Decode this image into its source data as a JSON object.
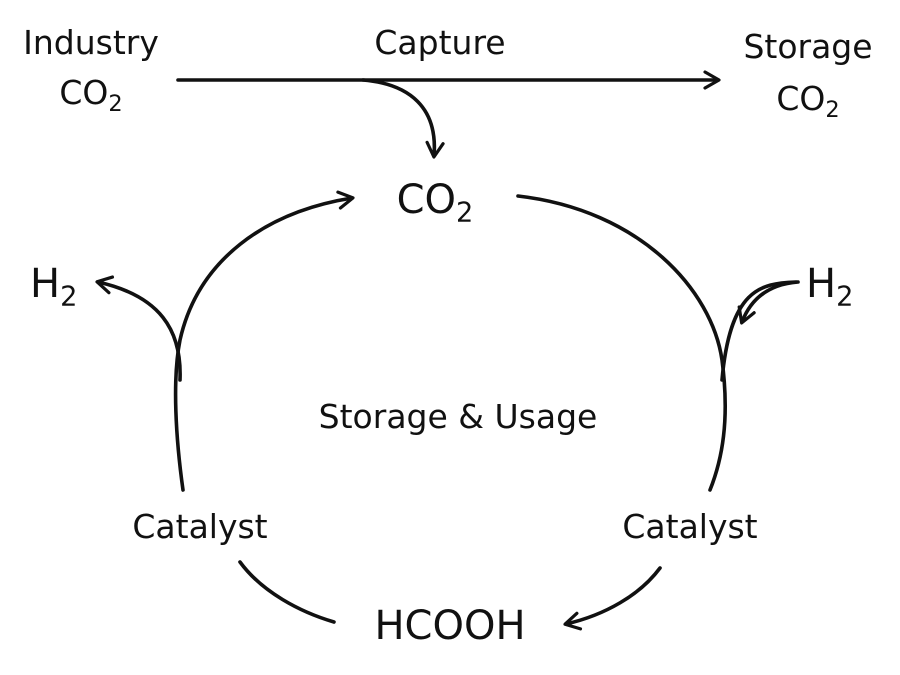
{
  "industry": {
    "name": "Industry",
    "formula": "CO",
    "sub": "2"
  },
  "capture_label": "Capture",
  "storage": {
    "name": "Storage",
    "formula": "CO",
    "sub": "2"
  },
  "center_co2": {
    "formula": "CO",
    "sub": "2"
  },
  "h2_left": {
    "formula": "H",
    "sub": "2"
  },
  "h2_right": {
    "formula": "H",
    "sub": "2"
  },
  "cycle_label": "Storage & Usage",
  "catalyst_left": "Catalyst",
  "catalyst_right": "Catalyst",
  "product": "HCOOH",
  "colors": {
    "stroke": "#111111",
    "background": "#ffffff"
  }
}
